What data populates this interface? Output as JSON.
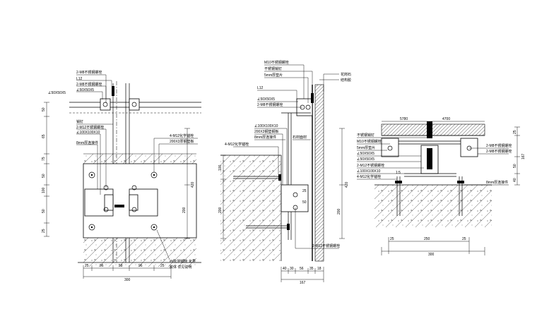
{
  "view1": {
    "labels": {
      "bolt_m8": "2-M8不锈钢螺栓",
      "l12": "L12",
      "bolt_m8_b": "2-M8不锈钢螺栓",
      "angle_50": "∠50X50X5",
      "angle_50_left": "∠50X50X5",
      "pin": "销钉",
      "bolt_m12": "2-M12不锈钢螺栓",
      "angle_100": "∠100X100X10",
      "plate_8mm": "8mm厚连接件",
      "anchor_m12": "4-M12化学锚栓",
      "plate_200": "200X3厚钢垫板",
      "note1": "##化学锚栓 化学",
      "note2": "胶体 详见说明"
    },
    "dims_right": [
      "420",
      "200"
    ],
    "dims_left": [
      "50",
      "65",
      "75",
      "50",
      "100",
      "50",
      "25"
    ],
    "dims_bottom": [
      "25",
      "96",
      "58",
      "96",
      "25"
    ],
    "dim_total": "300"
  },
  "view2": {
    "labels": {
      "bolt_m10": "M10不锈钢螺栓",
      "pin_top": "不锈钢销钉",
      "plate5": "5mm厚垫片",
      "l12": "L12",
      "angle": "∠50X50X5",
      "bolt_m8": "2-M8不锈钢螺栓",
      "stone": "花岗石",
      "glue": "结构胶",
      "anchor_left": "4-M12化学锚栓",
      "angle_100": "∠100X100X10",
      "steel_200": "200X3钢垫钢板",
      "plate8": "8mm厚连接件",
      "stone_face": "石材面材",
      "bolt_m12": "2-M12不锈钢螺栓",
      "dim_25": "25",
      "dim_50": "50"
    },
    "dims_left": [
      "100",
      "200"
    ],
    "dims_right": [
      "420",
      "200"
    ],
    "dims_bottom": [
      "40",
      "30",
      "56",
      "35",
      "18"
    ],
    "dim_total": "167"
  },
  "view3": {
    "labels": {
      "top_left": "5780",
      "top_right": "4700",
      "pin": "不锈钢销钉",
      "bolt_m10": "M10不锈钢螺栓",
      "plate5": "5mm厚垫片",
      "angle_a": "∠50X50X5",
      "angle_b": "∠50X50X5",
      "bolt_m12": "2-M12不锈钢螺栓",
      "angle_100": "∠100X100X10",
      "anchor": "4-M12化学锚栓",
      "bolt_m8_a": "2-M8不锈钢螺栓",
      "bolt_m8_b": "2-M8不锈钢螺栓",
      "plate8": "8mm厚连接件",
      "slope": "1:5"
    },
    "dims_right": [
      "25",
      "167",
      "50",
      "40"
    ],
    "dim_mid": "250",
    "dim_total": "300",
    "dims_bottom_small": [
      "25",
      "25"
    ]
  }
}
